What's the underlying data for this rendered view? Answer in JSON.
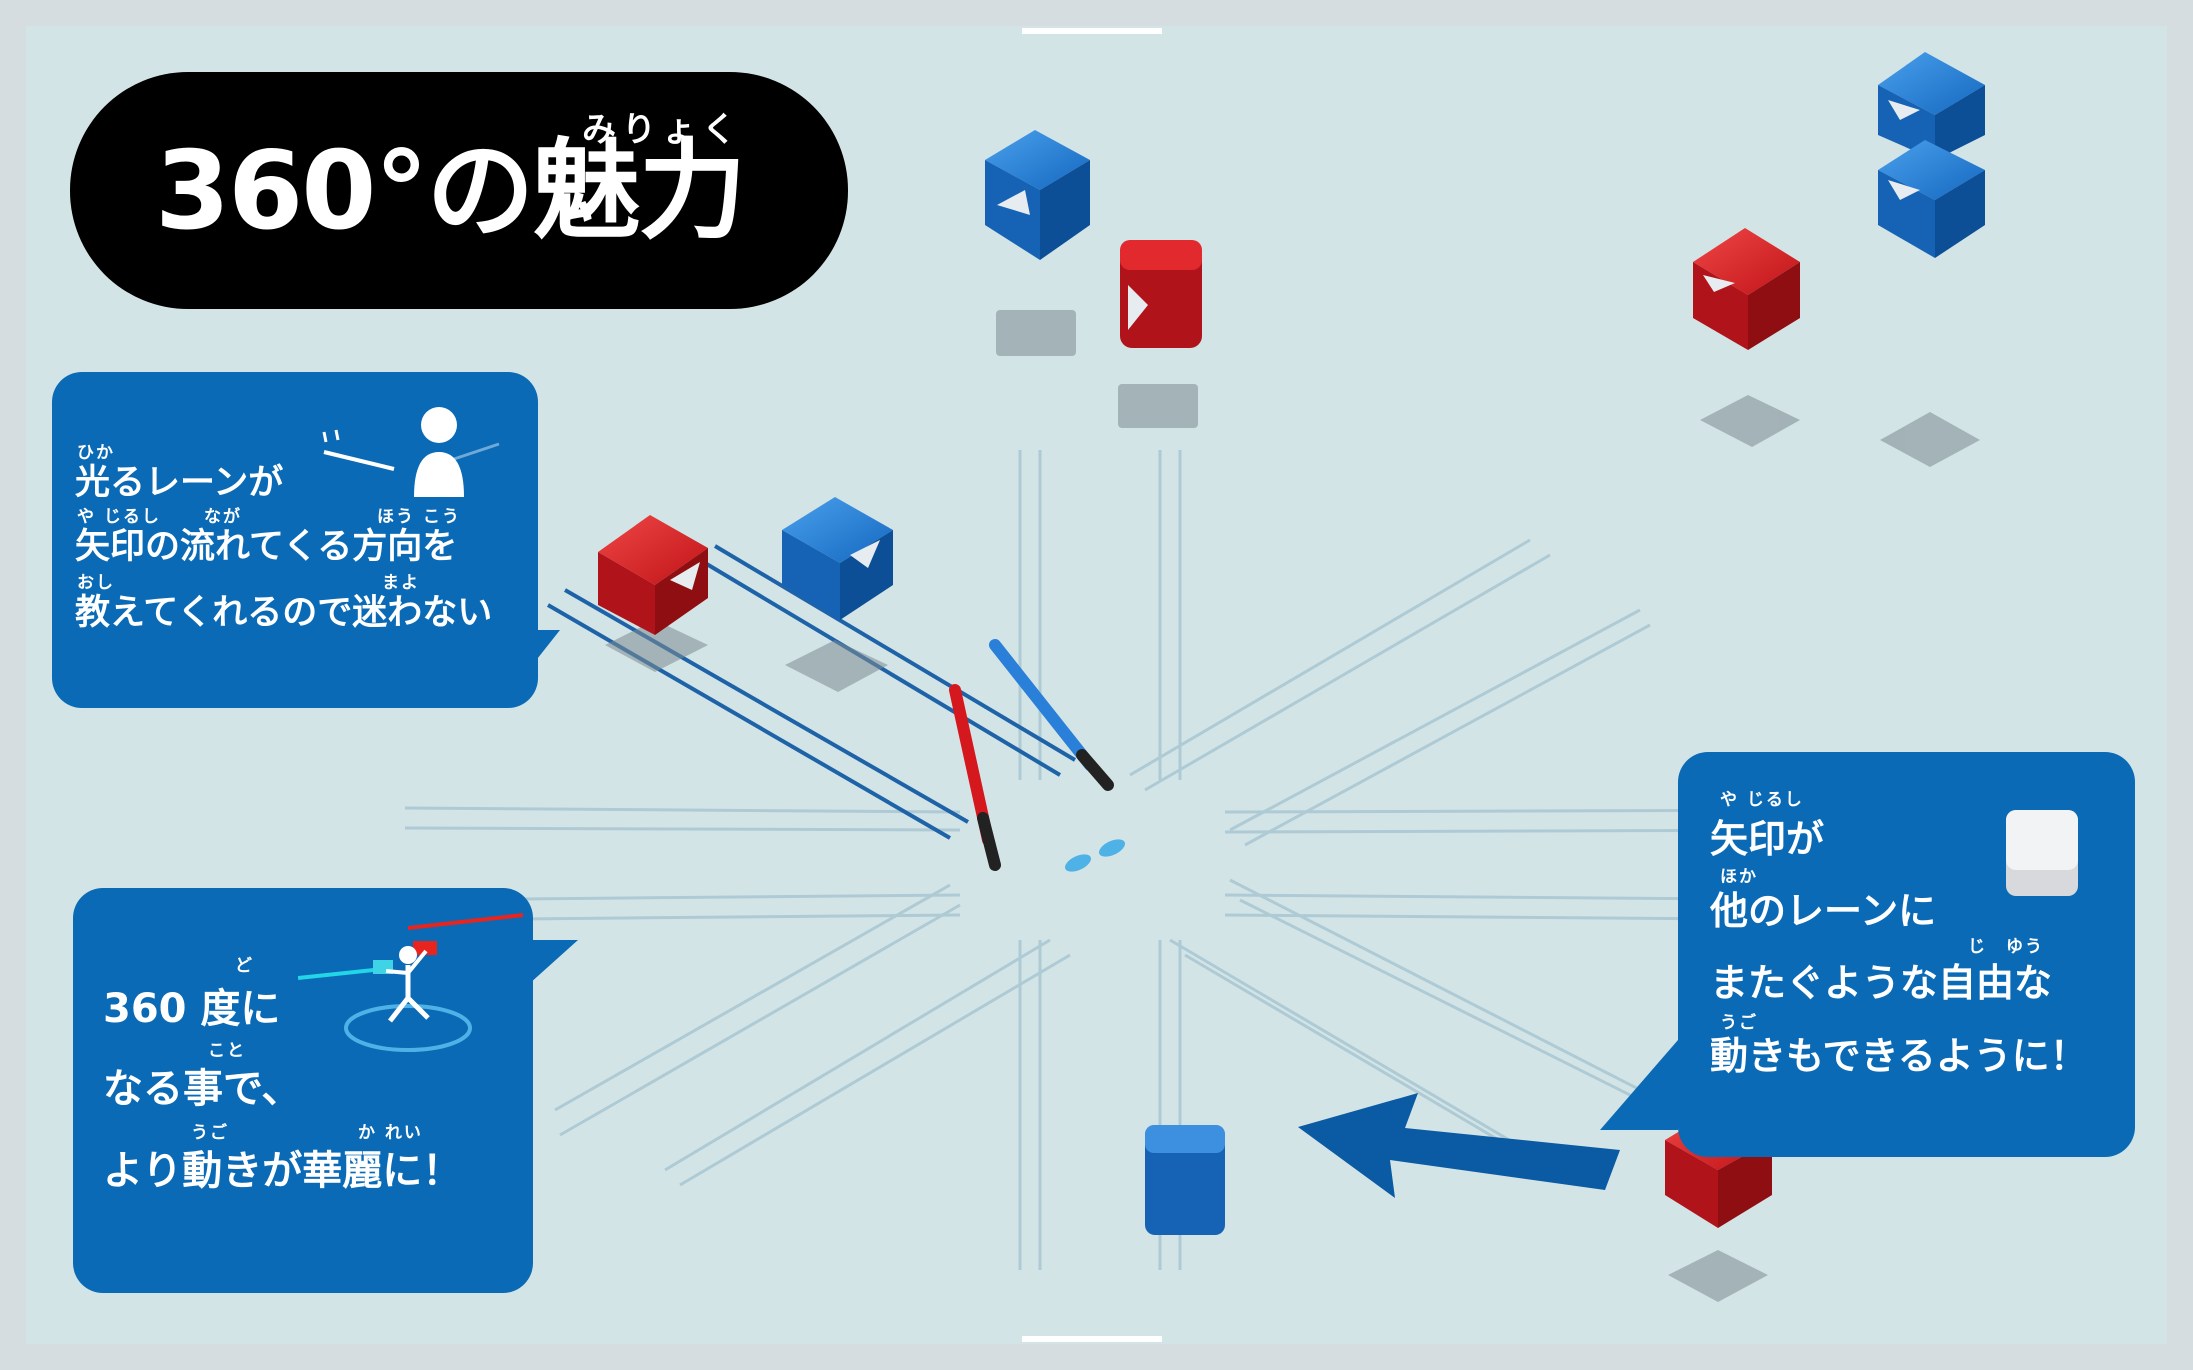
{
  "title": {
    "text": "360°の魅力",
    "ruby": "みりょく"
  },
  "bubble_lanes": {
    "lines": [
      "光るレーンが",
      "矢印の流れてくる方向を",
      "教えてくれるので迷わない"
    ],
    "rubies": [
      "ひか",
      "や じるし",
      "なが",
      "ほう こう",
      "おし",
      "まよ"
    ]
  },
  "bubble_360": {
    "lines": [
      "360 度に",
      "なる事で、",
      "より動きが華麗に！"
    ],
    "rubies": [
      "ど",
      "こと",
      "うご",
      "か れい"
    ]
  },
  "bubble_arrow": {
    "lines": [
      "矢印が",
      "他のレーンに",
      "またぐような自由な",
      "動きもできるように！"
    ],
    "rubies": [
      "や じるし",
      "ほか",
      "じ　ゆう",
      "うご"
    ]
  },
  "colors": {
    "background": "#d3e4e6",
    "bubble": "#0a6ab6",
    "title_pill": "#000000",
    "red_cube": "#c8151c",
    "blue_cube": "#1570c8",
    "lane": "#1e63a8"
  },
  "icons": [
    "person-icon",
    "dancer-icon",
    "white-cube-icon",
    "footprints-icon"
  ]
}
